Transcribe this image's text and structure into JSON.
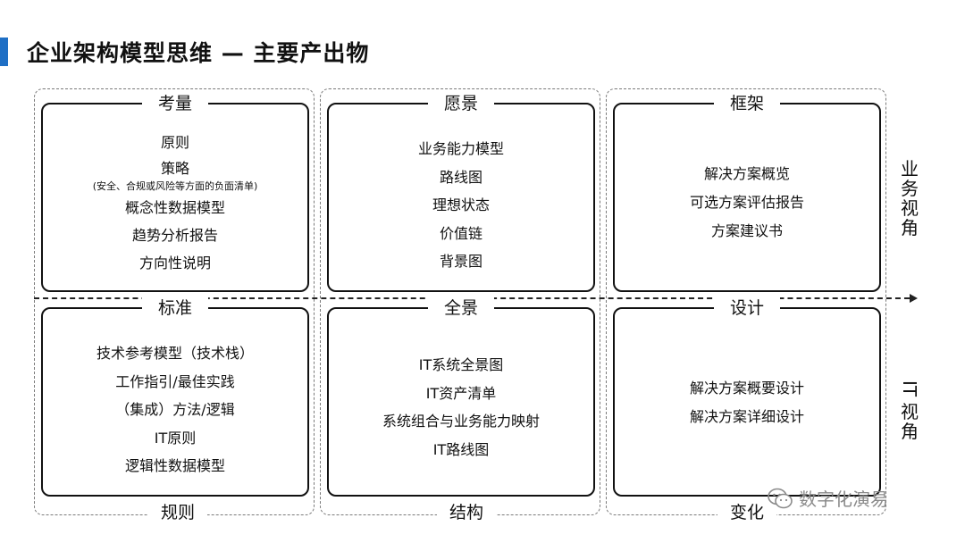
{
  "title": "企业架构模型思维 — 主要产出物",
  "boxes": [
    {
      "heading": "考量",
      "items": [
        "原则",
        "策略",
        "(安全、合规或风险等方面的负面清单)",
        "概念性数据模型",
        "趋势分析报告",
        "方向性说明"
      ]
    },
    {
      "heading": "愿景",
      "items": [
        "业务能力模型",
        "路线图",
        "理想状态",
        "价值链",
        "背景图"
      ]
    },
    {
      "heading": "框架",
      "items": [
        "解决方案概览",
        "可选方案评估报告",
        "方案建议书"
      ]
    },
    {
      "heading": "标准",
      "items": [
        "技术参考模型（技术栈）",
        "工作指引/最佳实践",
        "（集成）方法/逻辑",
        "IT原则",
        "逻辑性数据模型"
      ]
    },
    {
      "heading": "全景",
      "items": [
        "IT系统全景图",
        "IT资产清单",
        "系统组合与业务能力映射",
        "IT路线图"
      ]
    },
    {
      "heading": "设计",
      "items": [
        "解决方案概要设计",
        "解决方案详细设计"
      ]
    }
  ],
  "columns": [
    "规则",
    "结构",
    "变化"
  ],
  "side_labels": {
    "business": [
      "业",
      "务",
      "视",
      "角"
    ],
    "it": [
      "IT",
      "视",
      "角"
    ]
  },
  "watermark": {
    "icon": "wechat-icon",
    "text": "数字化演易"
  }
}
